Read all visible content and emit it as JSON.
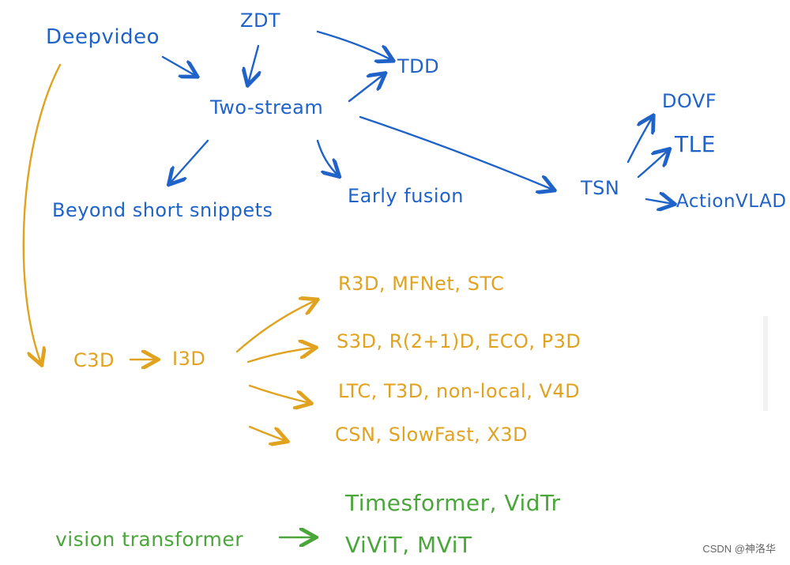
{
  "colors": {
    "blue": "#1f63c9",
    "orange": "#e0a21f",
    "green": "#4aa63a"
  },
  "nodes": {
    "deepvideo": "Deepvideo",
    "zdt": "ZDT",
    "tdd": "TDD",
    "two_stream": "Two-stream",
    "beyond": "Beyond short snippets",
    "early_fusion": "Early fusion",
    "tsn": "TSN",
    "dovf": "DOVF",
    "tle": "TLE",
    "actionvlad": "ActionVLAD",
    "c3d": "C3D",
    "i3d": "I3D",
    "row1": "R3D, MFNet, STC",
    "row2": "S3D, R(2+1)D,  ECO, P3D",
    "row3": "LTC, T3D, non-local, V4D",
    "row4": "CSN, SlowFast, X3D",
    "vision_transformer": "vision transformer",
    "vt_row1": "Timesformer, VidTr",
    "vt_row2": "ViViT, MViT"
  },
  "watermark": "CSDN @神洛华"
}
